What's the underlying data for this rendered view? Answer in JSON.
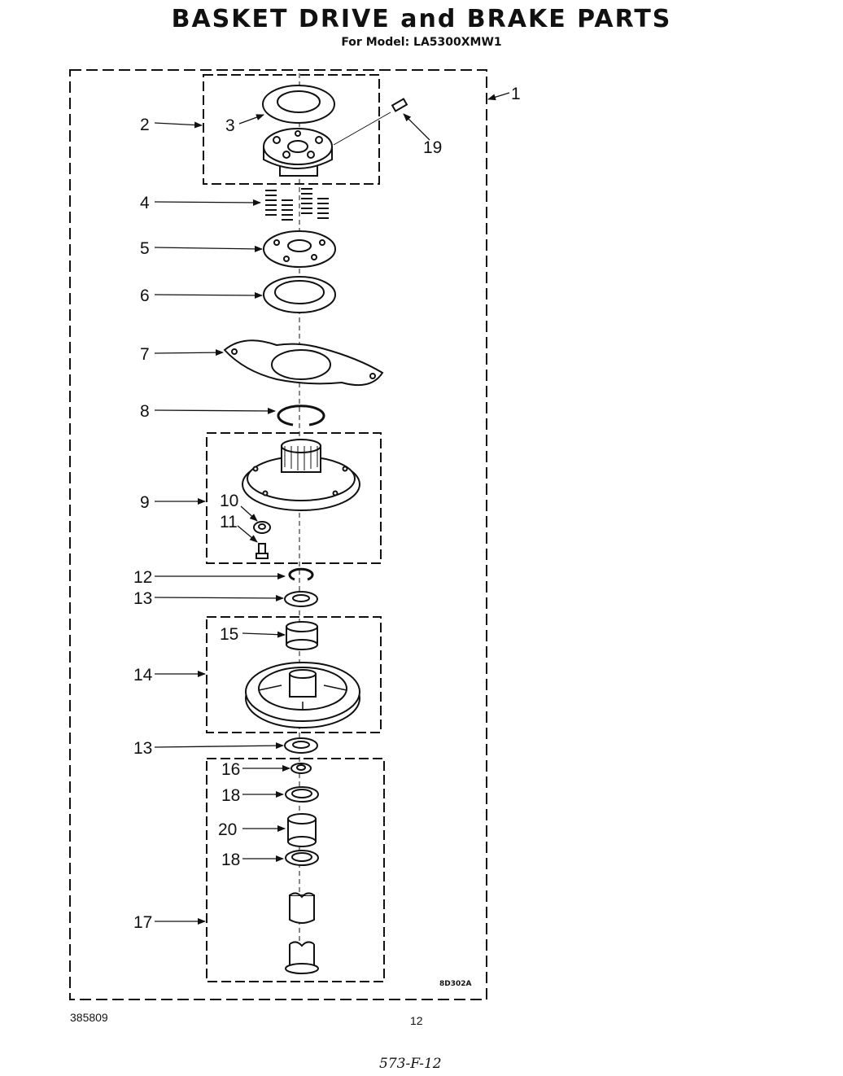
{
  "title": "BASKET DRIVE and BRAKE PARTS",
  "subtitle": "For Model: LA5300XMW1",
  "figure_code": "8D302A",
  "footer": {
    "doc_number": "385809",
    "page_number": "12",
    "handwritten": "573-F-12"
  },
  "callouts": [
    {
      "id": "1",
      "text": "1"
    },
    {
      "id": "2",
      "text": "2"
    },
    {
      "id": "3",
      "text": "3"
    },
    {
      "id": "4",
      "text": "4"
    },
    {
      "id": "5",
      "text": "5"
    },
    {
      "id": "6",
      "text": "6"
    },
    {
      "id": "7",
      "text": "7"
    },
    {
      "id": "8",
      "text": "8"
    },
    {
      "id": "9",
      "text": "9"
    },
    {
      "id": "10",
      "text": "10"
    },
    {
      "id": "11",
      "text": "11"
    },
    {
      "id": "12",
      "text": "12"
    },
    {
      "id": "13a",
      "text": "13"
    },
    {
      "id": "14",
      "text": "14"
    },
    {
      "id": "15",
      "text": "15"
    },
    {
      "id": "13b",
      "text": "13"
    },
    {
      "id": "16",
      "text": "16"
    },
    {
      "id": "18a",
      "text": "18"
    },
    {
      "id": "20",
      "text": "20"
    },
    {
      "id": "18b",
      "text": "18"
    },
    {
      "id": "17",
      "text": "17"
    },
    {
      "id": "19",
      "text": "19"
    }
  ]
}
